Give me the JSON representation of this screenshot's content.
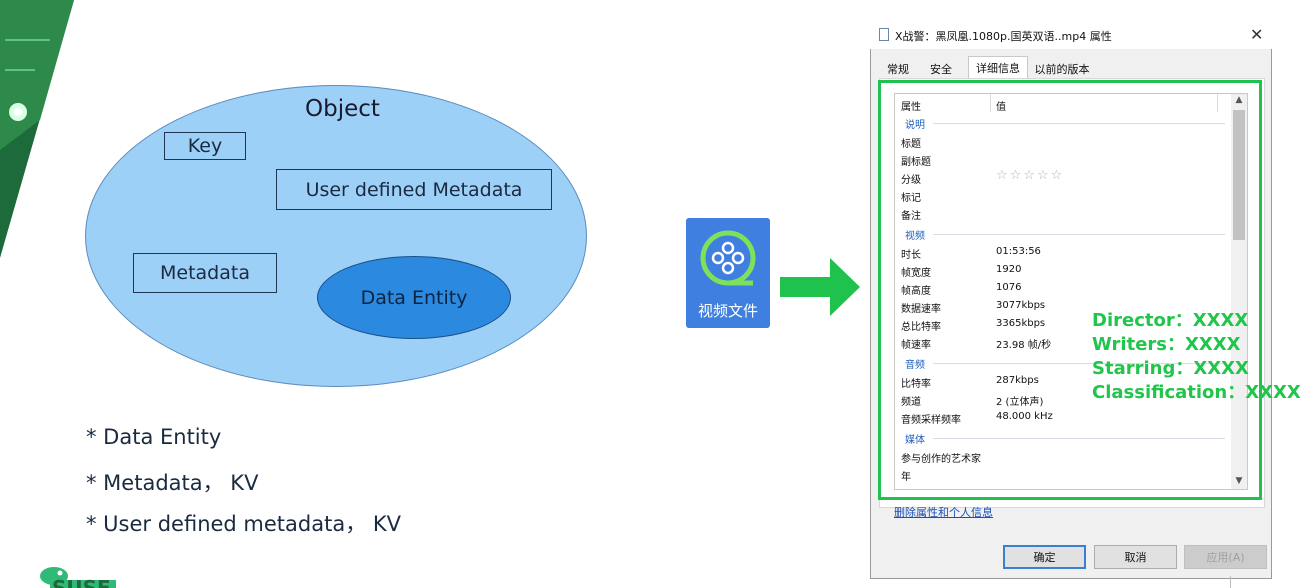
{
  "diagram": {
    "title": "Object",
    "key": "Key",
    "user_meta": "User defined Metadata",
    "metadata": "Metadata",
    "data_entity": "Data Entity"
  },
  "bullets": [
    "* Data Entity",
    "* Metadata， KV",
    "* User defined metadata， KV"
  ],
  "video_icon": {
    "label": "视频文件"
  },
  "window": {
    "title": "X战警：黑凤凰.1080p.国英双语..mp4 属性",
    "tabs": [
      "常规",
      "安全",
      "详细信息",
      "以前的版本"
    ],
    "active_tab": "详细信息",
    "columns": {
      "name": "属性",
      "value": "值"
    },
    "sections": {
      "desc": "说明",
      "video": "视频",
      "audio": "音频",
      "media": "媒体"
    },
    "rows": {
      "title": "标题",
      "subtitle": "副标题",
      "rating": "分级",
      "rating_stars": "☆☆☆☆☆",
      "tags": "标记",
      "comments": "备注",
      "length": "时长",
      "length_v": "01:53:56",
      "width": "帧宽度",
      "width_v": "1920",
      "height": "帧高度",
      "height_v": "1076",
      "data_rate": "数据速率",
      "data_rate_v": "3077kbps",
      "total_bitrate": "总比特率",
      "total_bitrate_v": "3365kbps",
      "frame_rate": "帧速率",
      "frame_rate_v": "23.98 帧/秒",
      "bitrate": "比特率",
      "bitrate_v": "287kbps",
      "channels": "频道",
      "channels_v": "2 (立体声)",
      "sample_rate": "音频采样频率",
      "sample_rate_v": "48.000 kHz",
      "artists": "参与创作的艺术家",
      "year": "年"
    },
    "delete_link": "删除属性和个人信息",
    "buttons": {
      "ok": "确定",
      "cancel": "取消",
      "apply": "应用(A)"
    }
  },
  "annotations": [
    "Director：XXXX",
    "Writers：XXXX",
    "Starring：XXXX",
    "Classification：XXXX"
  ],
  "colors": {
    "accent_green": "#22c54b",
    "ellipse_light": "#9dd0f7",
    "ellipse_dark": "#2b8ae0",
    "icon_blue": "#3f7fe0"
  }
}
